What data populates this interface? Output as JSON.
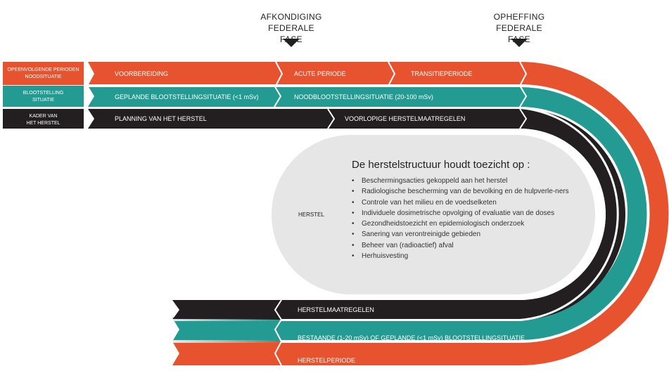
{
  "milestones": {
    "afkondiging": "AFKONDIGING\nFEDERALE FASE",
    "opheffing": "OPHEFFING\nFEDERALE FASE"
  },
  "rows": {
    "orange": {
      "label": [
        "OPEENVOLGENDE PERIODEN",
        "NOODSITUATIE"
      ],
      "segments": [
        "VOORBEREIDING",
        "ACUTE PERIODE",
        "TRANSITIEPERIODE"
      ],
      "return_label": "HERSTELPERIODE",
      "color": "#e8532f"
    },
    "teal": {
      "label": [
        "BLOOTSTELLING",
        "SITUATIE"
      ],
      "segments": [
        "GEPLANDE BLOOTSTELLINGSITUATIE (<1 mSv)",
        "NOODBLOOTSTELLINGSITUATIE (20-100 mSv)"
      ],
      "return_label": "BESTAANDE (1-20 mSv) OF GEPLANDE (<1 mSv) BLOOTSTELLINGSITUATIE",
      "color": "#239a92"
    },
    "black": {
      "label": [
        "KADER VAN",
        "HET HERSTEL"
      ],
      "segments": [
        "PLANNING VAN HET HERSTEL",
        "VOORLOPIGE HERSTELMAATREGELEN"
      ],
      "return_label": "HERSTELMAATREGELEN",
      "color": "#231f20"
    }
  },
  "panel": {
    "title": "De herstelstructuur houdt toezicht op :",
    "items": [
      "Beschermingsacties gekoppeld aan het herstel",
      "Radiologische bescherming van de bevolking en de hulpverle-ners",
      "Controle van het milieu en de voedselketen",
      "Individuele dosimetrische opvolging of evaluatie van de doses",
      "Gezondheidstoezicht en epidemiologisch onderzoek",
      "Sanering van verontreinigde gebieden",
      "Beheer van (radioactief) afval",
      "Herhuisvesting"
    ],
    "side_label": "HERSTEL",
    "fill": "#e6e6e6"
  }
}
